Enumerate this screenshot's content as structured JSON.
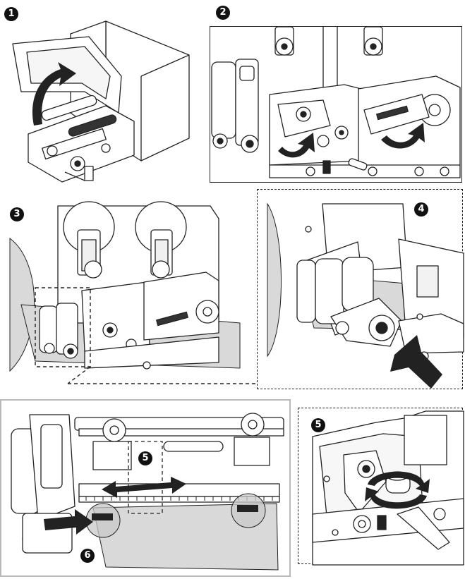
{
  "steps": [
    {
      "number": "1"
    },
    {
      "number": "2"
    },
    {
      "number": "3"
    },
    {
      "number": "4"
    },
    {
      "number": "5"
    },
    {
      "number": "5"
    },
    {
      "number": "6"
    }
  ],
  "colors": {
    "line": "#222222",
    "paper": "#d9d9d9",
    "badge": "#111111",
    "panel_border_gray": "#b9b9b9",
    "highlight_circle": "#c8c8c8"
  },
  "icons": [
    "curved-arrow-icon",
    "push-arrow-icon",
    "rotate-arrows-icon",
    "double-arrow-icon",
    "media-guide-highlight-icon"
  ]
}
